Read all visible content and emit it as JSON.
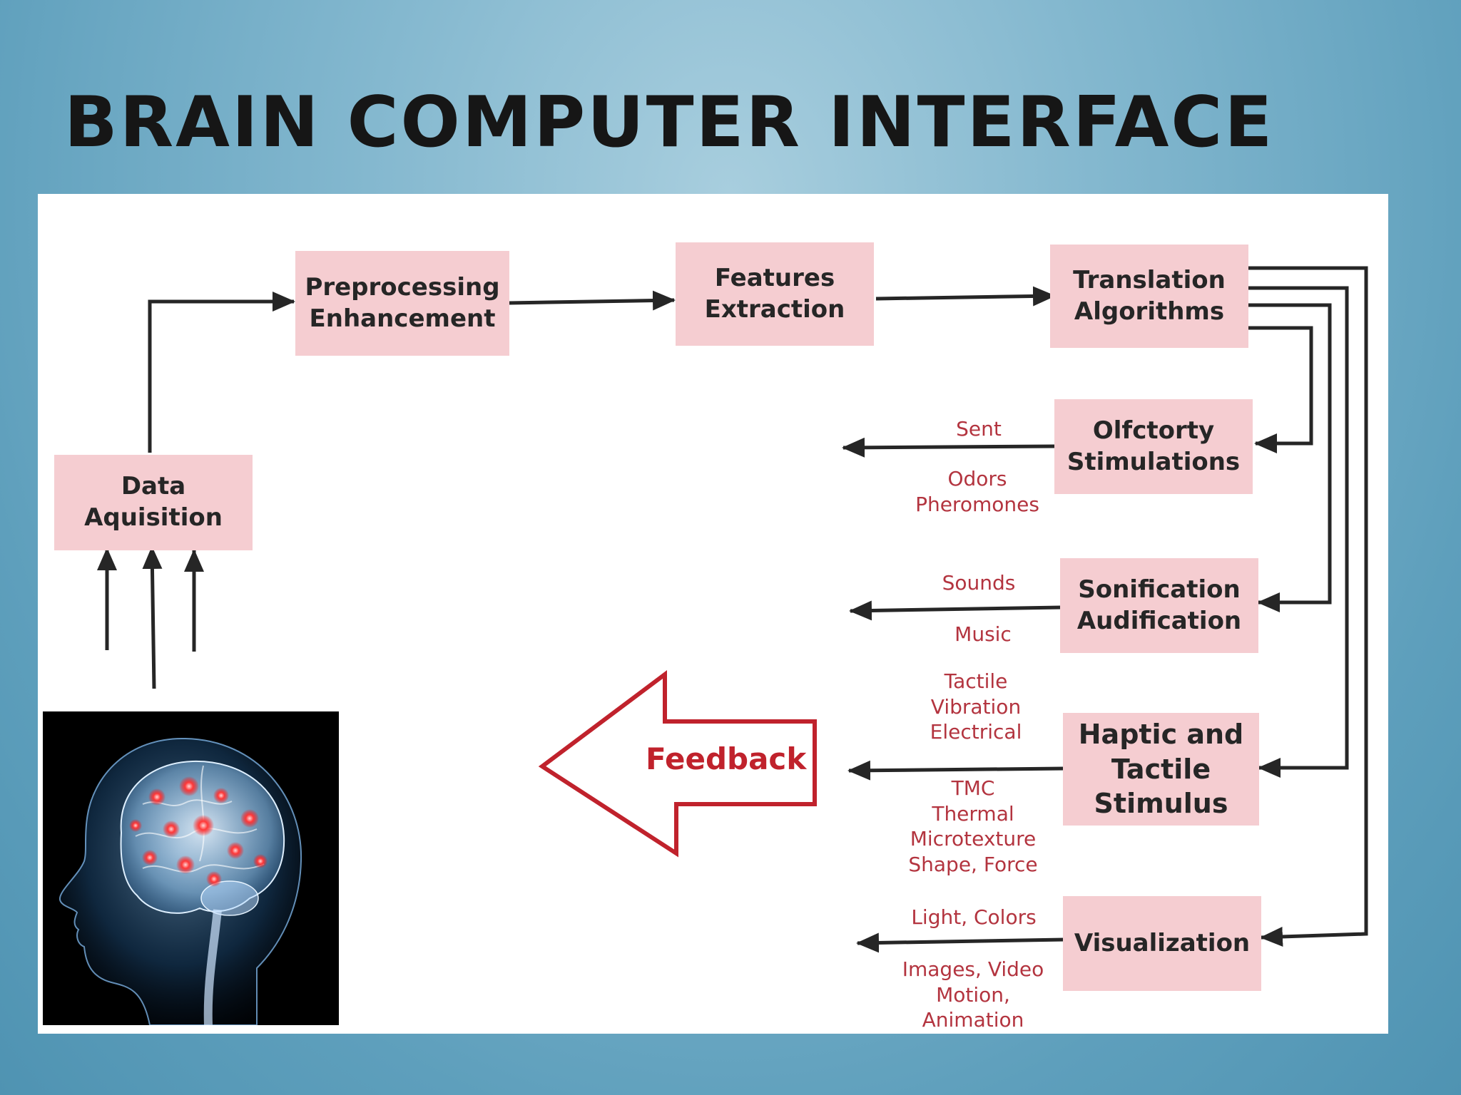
{
  "slide": {
    "title": "BRAIN COMPUTER INTERFACE"
  },
  "boxes": {
    "data_acquisition": "Data\nAquisition",
    "preprocessing": "Preprocessing\nEnhancement",
    "features": "Features\nExtraction",
    "translation": "Translation\nAlgorithms",
    "olfactory": "Olfctorty\nStimulations",
    "sonification": "Sonification\nAudification",
    "haptic": "Haptic and\nTactile\nStimulus",
    "visualization": "Visualization"
  },
  "outputs": {
    "olfactory_above": "Sent",
    "olfactory_below": "Odors\nPheromones",
    "sonification_above": "Sounds",
    "sonification_below": "Music",
    "haptic_above": "Tactile\nVibration\nElectrical",
    "haptic_below": "TMC\nThermal\nMicrotexture\nShape, Force",
    "visualization_above": "Light, Colors",
    "visualization_below": "Images, Video\nMotion,\nAnimation"
  },
  "feedback": {
    "label": "Feedback"
  },
  "colors": {
    "box_fill": "#f5cdd1",
    "output_text": "#b3343f",
    "feedback_red": "#c0222c",
    "arrow": "#262626",
    "background": "#6aa8c4"
  },
  "illustration": {
    "subject": "human head profile with glowing brain"
  }
}
